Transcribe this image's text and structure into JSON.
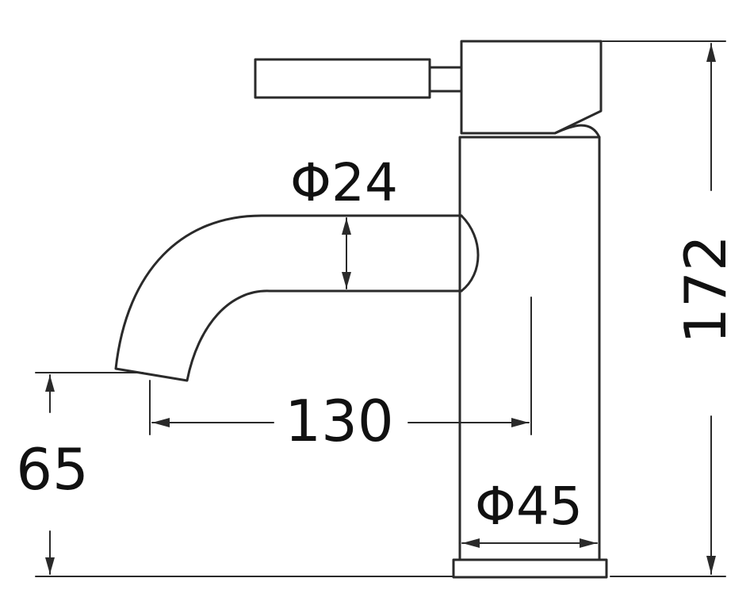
{
  "dimensions": {
    "total_height": "172",
    "spout_height": "65",
    "spout_reach": "130",
    "spout_diameter": "Φ24",
    "body_diameter": "Φ45"
  },
  "colors": {
    "line": "#2a2a2a",
    "background": "#ffffff"
  }
}
